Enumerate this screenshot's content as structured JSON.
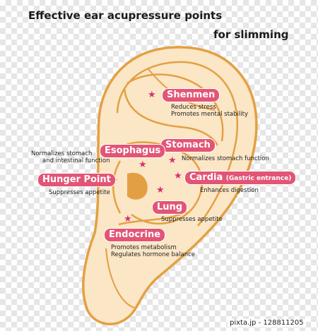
{
  "title": {
    "line1": "Effective ear acupressure points",
    "line2": "for slimming"
  },
  "points": {
    "shenmen": {
      "label": "Shenmen",
      "desc1": "Reduces stress",
      "desc2": "Promotes mental stability"
    },
    "stomach": {
      "label": "Stomach",
      "desc1": "Normalizes stomach function"
    },
    "esophagus": {
      "label": "Esophagus",
      "desc1": "Normalizes stomach",
      "desc2": "and intestinal function"
    },
    "cardia": {
      "label": "Cardia",
      "sub": "(Gastric entrance)",
      "desc1": "Enhances digestion"
    },
    "hunger": {
      "label": "Hunger Point",
      "desc1": "Suppresses appetite"
    },
    "lung": {
      "label": "Lung",
      "desc1": "Suppresses appetite"
    },
    "endocrine": {
      "label": "Endocrine",
      "desc1": "Promotes metabolism",
      "desc2": "Regulates hormone balance"
    }
  },
  "colors": {
    "ear_fill": "#fbe6c6",
    "ear_outline": "#e3a043",
    "label_pill": "#e25576",
    "star": "#d6336c",
    "orifice": "#e3a043"
  },
  "icons": {
    "point_marker": "star-icon"
  },
  "watermark": "pixta.jp - 128811205"
}
